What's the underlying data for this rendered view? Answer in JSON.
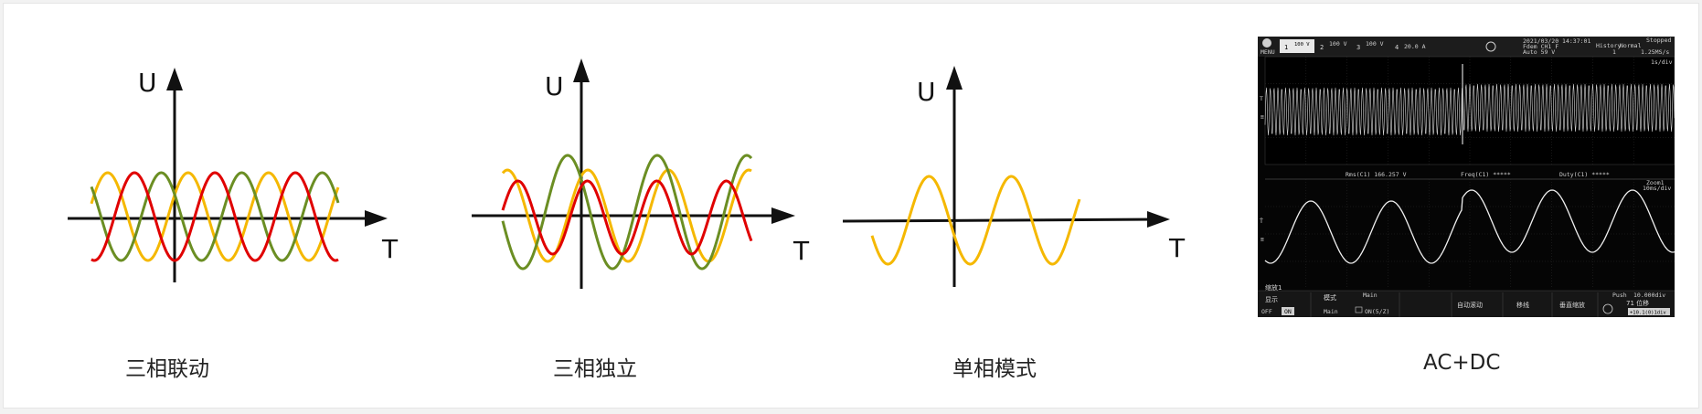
{
  "panels": [
    {
      "caption": "三相联动",
      "y_axis_label": "U",
      "x_axis_label": "T",
      "waveform": "three-phase-linked",
      "series_colors": [
        "#f5b800",
        "#6b8e23",
        "#e00000"
      ]
    },
    {
      "caption": "三相独立",
      "y_axis_label": "U",
      "x_axis_label": "T",
      "waveform": "three-phase-independent",
      "series_colors": [
        "#f5b800",
        "#6b8e23",
        "#e00000"
      ]
    },
    {
      "caption": "单相模式",
      "y_axis_label": "U",
      "x_axis_label": "T",
      "waveform": "single-phase",
      "series_colors": [
        "#f5b800"
      ]
    },
    {
      "caption": "AC+DC",
      "waveform": "oscilloscope-screenshot"
    }
  ],
  "scope": {
    "menu_label": "MENU",
    "ch1_scale": "100 V",
    "ch2_scale": "100 V",
    "ch3_scale": "100 V",
    "ch4_scale": "20.0 A",
    "datetime": "2021/03/20 14:37:01",
    "trigger_line1": "Fdem CH1 F",
    "trigger_line2": "Auto 59 V",
    "history_label": "History",
    "history_value": "1",
    "acq_mode": "Normal",
    "sample_rate": "1.25MS/s",
    "status": "Stopped",
    "timebase_top": "1s/div",
    "timebase_bottom": "10ms/div",
    "zoom_label": "Zoom1",
    "meas_rms": "Rms(C1)  166.257 V",
    "meas_freq": "Freq(C1)  *****",
    "meas_duty": "Duty(C1)  *****",
    "menu_zoom": "缩放1",
    "menu_display": "显示",
    "menu_off": "OFF",
    "menu_on": "ON",
    "menu_mode": "模式",
    "menu_main": "Main",
    "menu_source": "Main",
    "menu_format": "ON(5/Z)",
    "menu_auto_scroll": "自动滚动",
    "menu_position": "移线",
    "menu_vertical": "垂直缩放",
    "push_label": "Push",
    "push_value": "10.000div",
    "push_sub": "71 位移",
    "push_btn": "+10.1(0)1div"
  }
}
